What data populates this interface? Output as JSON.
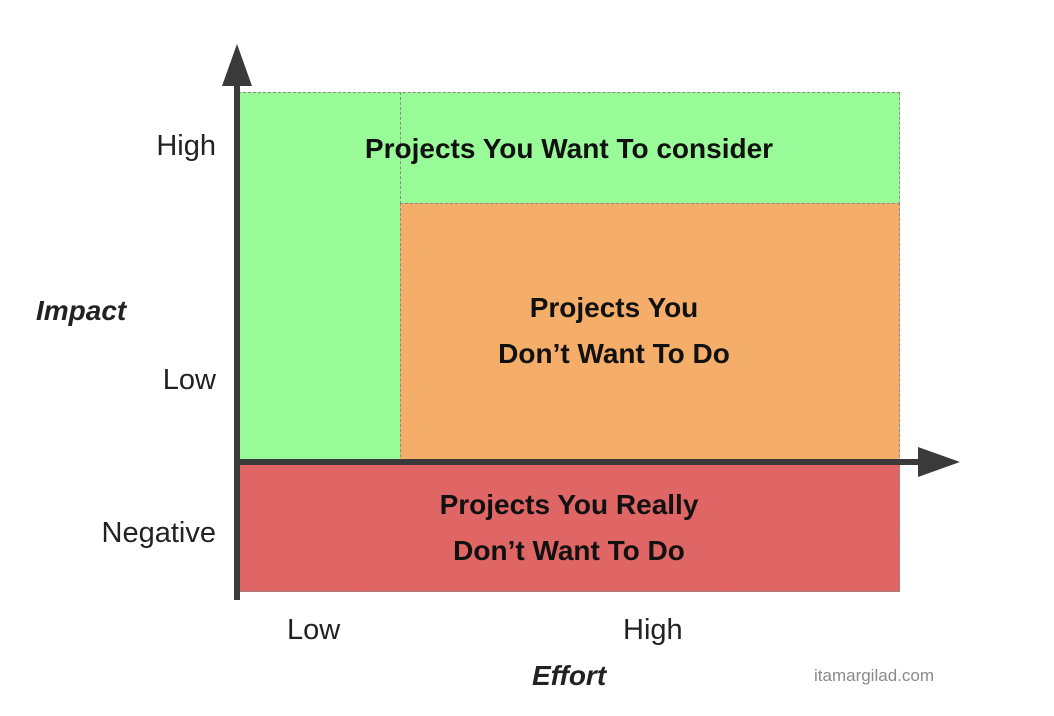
{
  "quadrants": {
    "top": "Projects You Want To consider",
    "middle_line1": "Projects You",
    "middle_line2": "Don’t Want To Do",
    "bottom_line1": "Projects You Really",
    "bottom_line2": "Don’t Want To Do"
  },
  "y_axis": {
    "title": "Impact",
    "ticks": [
      "High",
      "Low",
      "Negative"
    ]
  },
  "x_axis": {
    "title": "Effort",
    "ticks": [
      "Low",
      "High"
    ]
  },
  "credit": "itamargilad.com",
  "colors": {
    "want": "#98fb98",
    "dont_want": "#f4ae6a",
    "really_dont_want": "#e06666",
    "axis": "#3a3a3a"
  }
}
